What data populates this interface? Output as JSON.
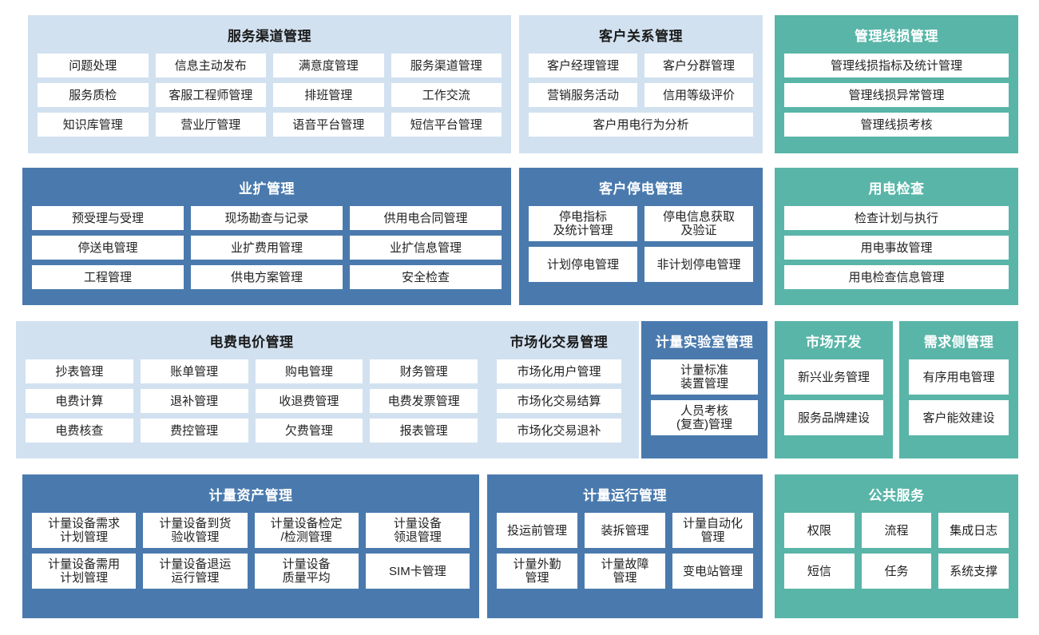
{
  "colors": {
    "light_blue": "#d2e1f0",
    "dark_blue": "#4a7aad",
    "green": "#59b5a8",
    "tile_bg": "#ffffff",
    "page_bg": "#ffffff"
  },
  "rows": [
    {
      "id": "row-1",
      "panels": [
        {
          "id": "service-channel-management",
          "title": "服务渠道管理",
          "theme": "blue-light",
          "columns": 4,
          "tiles": [
            "问题处理",
            "信息主动发布",
            "满意度管理",
            "服务渠道管理",
            "服务质检",
            "客服工程师管理",
            "排班管理",
            "工作交流",
            "知识库管理",
            "营业厅管理",
            "语音平台管理",
            "短信平台管理"
          ]
        },
        {
          "id": "customer-relationship-management",
          "title": "客户关系管理",
          "theme": "blue-light",
          "columns": 2,
          "tiles": [
            "客户经理管理",
            "客户分群管理",
            "营销服务活动",
            "信用等级评价",
            "客户用电行为分析"
          ],
          "wide_tiles": [
            4
          ]
        },
        {
          "id": "management-line-loss-management",
          "title": "管理线损管理",
          "theme": "green",
          "columns": 1,
          "tiles": [
            "管理线损指标及统计管理",
            "管理线损异常管理",
            "管理线损考核"
          ]
        }
      ]
    },
    {
      "id": "row-2",
      "panels": [
        {
          "id": "business-expansion-management",
          "title": "业扩管理",
          "theme": "blue-dark",
          "columns": 3,
          "tiles": [
            "预受理与受理",
            "现场勘查与记录",
            "供用电合同管理",
            "停送电管理",
            "业扩费用管理",
            "业扩信息管理",
            "工程管理",
            "供电方案管理",
            "安全检查"
          ]
        },
        {
          "id": "customer-outage-management",
          "title": "客户停电管理",
          "theme": "blue-dark",
          "columns": 2,
          "tiles": [
            "停电指标\n及统计管理",
            "停电信息获取\n及验证",
            "计划停电管理",
            "非计划停电管理"
          ],
          "two_line_tiles": [
            0,
            1
          ]
        },
        {
          "id": "electricity-usage-inspection",
          "title": "用电检查",
          "theme": "green",
          "columns": 1,
          "tiles": [
            "检查计划与执行",
            "用电事故管理",
            "用电检查信息管理"
          ]
        }
      ]
    },
    {
      "id": "row-3",
      "panels": [
        {
          "id": "electricity-fee-price-management",
          "title": "电费电价管理",
          "theme": "blue-light",
          "columns": 4,
          "tiles": [
            "抄表管理",
            "账单管理",
            "购电管理",
            "财务管理",
            "电费计算",
            "退补管理",
            "收退费管理",
            "电费发票管理",
            "电费核查",
            "费控管理",
            "欠费管理",
            "报表管理"
          ]
        },
        {
          "id": "market-transaction-management",
          "title": "市场化交易管理",
          "theme": "blue-light",
          "columns": 1,
          "tiles": [
            "市场化用户管理",
            "市场化交易结算",
            "市场化交易退补"
          ]
        },
        {
          "id": "metering-laboratory-management",
          "title": "计量实验室管理",
          "theme": "blue-dark",
          "columns": 1,
          "tiles": [
            "计量标准\n装置管理",
            "人员考核\n(复查)管理"
          ],
          "two_line_tiles": [
            0,
            1
          ]
        },
        {
          "id": "market-development",
          "title": "市场开发",
          "theme": "green",
          "columns": 1,
          "tiles": [
            "新兴业务管理",
            "服务品牌建设"
          ]
        },
        {
          "id": "demand-side-management",
          "title": "需求侧管理",
          "theme": "green",
          "columns": 1,
          "tiles": [
            "有序用电管理",
            "客户能效建设"
          ]
        }
      ]
    },
    {
      "id": "row-4",
      "panels": [
        {
          "id": "metering-asset-management",
          "title": "计量资产管理",
          "theme": "blue-dark",
          "columns": 4,
          "tiles": [
            "计量设备需求\n计划管理",
            "计量设备到货\n验收管理",
            "计量设备检定\n/检测管理",
            "计量设备\n领退管理",
            "计量设备需用\n计划管理",
            "计量设备退运\n运行管理",
            "计量设备\n质量平均",
            "SIM卡管理"
          ],
          "two_line_tiles": [
            0,
            1,
            2,
            3,
            4,
            5,
            6
          ]
        },
        {
          "id": "metering-operation-management",
          "title": "计量运行管理",
          "theme": "blue-dark",
          "columns": 3,
          "tiles": [
            "投运前管理",
            "装拆管理",
            "计量自动化\n管理",
            "计量外勤\n管理",
            "计量故障\n管理",
            "变电站管理"
          ],
          "two_line_tiles": [
            2,
            3,
            4
          ]
        },
        {
          "id": "public-service",
          "title": "公共服务",
          "theme": "green",
          "columns": 3,
          "tiles": [
            "权限",
            "流程",
            "集成日志",
            "短信",
            "任务",
            "系统支撑"
          ]
        }
      ]
    }
  ]
}
